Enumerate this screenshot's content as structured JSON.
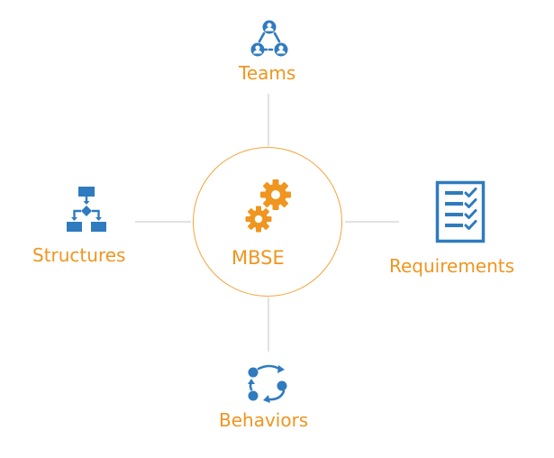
{
  "hub": {
    "label": "MBSE",
    "icon": "gears-icon"
  },
  "nodes": {
    "teams": {
      "label": "Teams",
      "icon": "team-network-icon"
    },
    "structures": {
      "label": "Structures",
      "icon": "flowchart-icon"
    },
    "requirements": {
      "label": "Requirements",
      "icon": "checklist-icon"
    },
    "behaviors": {
      "label": "Behaviors",
      "icon": "cycle-arrows-icon"
    }
  },
  "colors": {
    "accent_orange": "#f0951f",
    "icon_blue": "#2f7bbf",
    "connector_gray": "#e2e2e2"
  }
}
